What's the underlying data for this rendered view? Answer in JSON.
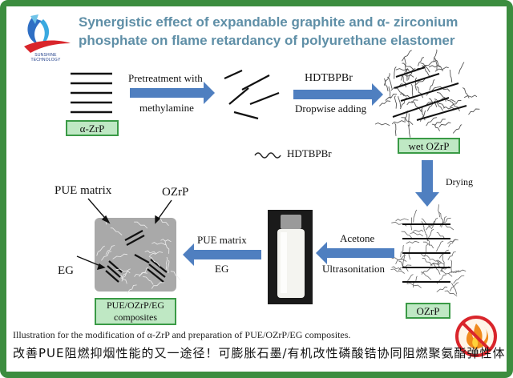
{
  "brand": {
    "name": "SUNSHINE TECHNOLOGY"
  },
  "title": "Synergistic effect of expandable graphite and α- zirconium phosphate on flame retardancy of polyurethane elastomer",
  "steps": {
    "pretreatment": "Pretreatment with",
    "pretreatment_agent": "methylamine",
    "hdtbpbr": "HDTBPBr",
    "dropwise": "Dropwise adding",
    "legend_hdtbpbr": "HDTBPBr",
    "drying": "Drying",
    "acetone": "Acetone",
    "ultrasonication": "Ultrasonitation",
    "pue_matrix_step": "PUE matrix",
    "eg_step": "EG"
  },
  "boxes": {
    "azrp": "α-ZrP",
    "wet_ozrp": "wet OZrP",
    "ozrp": "OZrP",
    "composite_line1": "PUE/OZrP/EG",
    "composite_line2": "composites"
  },
  "composite_labels": {
    "pue_matrix": "PUE matrix",
    "ozrp": "OZrP",
    "eg": "EG"
  },
  "caption": "Illustration for the modification of α-ZrP and preparation of PUE/OZrP/EG composites.",
  "footer": "改善PUE阻燃抑烟性能的又一途径！可膨胀石墨/有机改性磷酸锆协同阻燃聚氨酯弹性体",
  "colors": {
    "border": "#3c8d3f",
    "title": "#5f8fa7",
    "arrow": "#4f7fc0",
    "box_fill": "#bfe8c4"
  }
}
